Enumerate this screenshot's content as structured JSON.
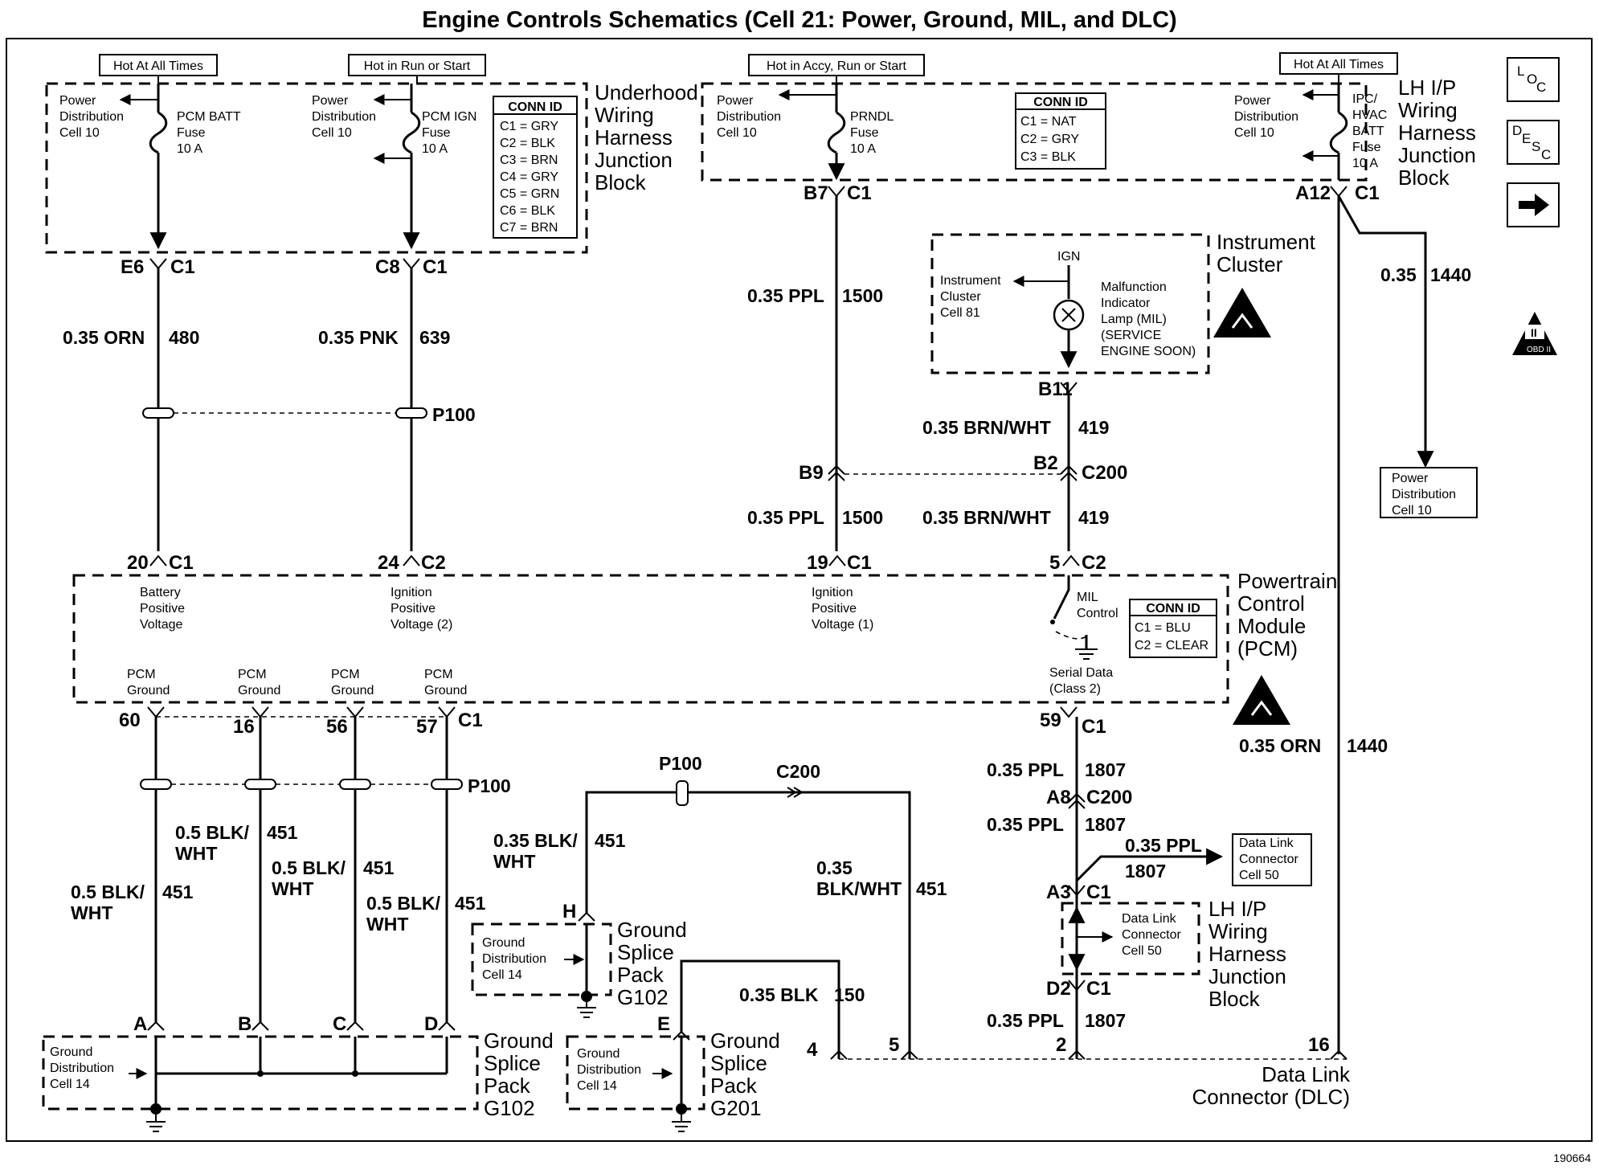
{
  "title": "Engine Controls Schematics (Cell 21: Power, Ground, MIL, and DLC)",
  "figure_id": "190664",
  "side_buttons": {
    "loc": "LOC",
    "desc": "DESC",
    "next_icon": "right-arrow-icon",
    "obd_badge": "OBD II"
  },
  "hot_labels": [
    "Hot At All Times",
    "Hot in Run or Start",
    "Hot in Accy, Run or Start",
    "Hot At All Times"
  ],
  "underhood_block": {
    "name": [
      "Underhood",
      "Wiring",
      "Harness",
      "Junction",
      "Block"
    ],
    "power_dist": [
      "Power",
      "Distribution",
      "Cell 10"
    ],
    "fuse1": [
      "PCM BATT",
      "Fuse",
      "10 A"
    ],
    "fuse2": [
      "PCM IGN",
      "Fuse",
      "10 A"
    ],
    "conn_id": {
      "title": "CONN ID",
      "rows": [
        "C1 = GRY",
        "C2 = BLK",
        "C3 = BRN",
        "C4 = GRY",
        "C5 = GRN",
        "C6 = BLK",
        "C7 = BRN"
      ]
    }
  },
  "lh_block": {
    "name": [
      "LH I/P",
      "Wiring",
      "Harness",
      "Junction",
      "Block"
    ],
    "fuse_prndl": [
      "PRNDL",
      "Fuse",
      "10 A"
    ],
    "fuse_ipc": [
      "IPC/",
      "HVAC",
      "BATT",
      "Fuse",
      "10 A"
    ],
    "conn_id": {
      "title": "CONN ID",
      "rows": [
        "C1 = NAT",
        "C2 = GRY",
        "C3 = BLK"
      ]
    }
  },
  "instrument_cluster": {
    "name": [
      "Instrument",
      "Cluster"
    ],
    "ign": "IGN",
    "ic_ref": [
      "Instrument",
      "Cluster",
      "Cell 81"
    ],
    "mil": [
      "Malfunction",
      "Indicator",
      "Lamp (MIL)",
      "(SERVICE",
      "ENGINE SOON)"
    ]
  },
  "pcm": {
    "name": [
      "Powertrain",
      "Control",
      "Module",
      "(PCM)"
    ],
    "batt": [
      "Battery",
      "Positive",
      "Voltage"
    ],
    "ign2": [
      "Ignition",
      "Positive",
      "Voltage (2)"
    ],
    "ign1": [
      "Ignition",
      "Positive",
      "Voltage (1)"
    ],
    "mil_control": [
      "MIL",
      "Control"
    ],
    "serial": [
      "Serial Data",
      "(Class 2)"
    ],
    "grounds": [
      "PCM",
      "Ground"
    ],
    "conn_id": {
      "title": "CONN ID",
      "rows": [
        "C1 = BLU",
        "C2 = CLEAR"
      ]
    }
  },
  "ground_splice": {
    "g102_name": [
      "Ground",
      "Splice",
      "Pack",
      "G102"
    ],
    "g201_name": [
      "Ground",
      "Splice",
      "Pack",
      "G201"
    ],
    "gd": [
      "Ground",
      "Distribution",
      "Cell 14"
    ]
  },
  "lh_dlc_block": {
    "name": [
      "LH I/P",
      "Wiring",
      "Harness",
      "Junction",
      "Block"
    ],
    "dlc_ref": [
      "Data Link",
      "Connector",
      "Cell 50"
    ]
  },
  "dlc_ref": [
    "Data Link",
    "Connector",
    "Cell 50"
  ],
  "dlc": [
    "Data Link",
    "Connector (DLC)"
  ],
  "power_dist_ref": [
    "Power",
    "Distribution",
    "Cell 10"
  ],
  "connectors": {
    "e6": "E6",
    "c8": "C8",
    "c1": "C1",
    "c2": "C2",
    "b7": "B7",
    "a12": "A12",
    "p100": "P100",
    "c200": "C200",
    "b11": "B11",
    "b9": "B9",
    "b2": "B2",
    "p20": "20",
    "p24": "24",
    "p19": "19",
    "p5": "5",
    "p60": "60",
    "p16": "16",
    "p56": "56",
    "p57": "57",
    "p59": "59",
    "a8": "A8",
    "a3": "A3",
    "d2": "D2",
    "ga": "A",
    "gb": "B",
    "gc": "C",
    "gd": "D",
    "ge": "E",
    "gh": "H",
    "dlc4": "4",
    "dlc5": "5",
    "dlc2": "2",
    "dlc16": "16"
  },
  "wires": {
    "orn480": {
      "gauge": "0.35 ORN",
      "circuit": "480"
    },
    "pnk639": {
      "gauge": "0.35 PNK",
      "circuit": "639"
    },
    "ppl1500": {
      "gauge": "0.35 PPL",
      "circuit": "1500"
    },
    "ppl1500b": {
      "gauge": "0.35 PPL",
      "circuit": "1500"
    },
    "bw419": {
      "gauge": "0.35 BRN/WHT",
      "circuit": "419"
    },
    "bw419b": {
      "gauge": "0.35 BRN/WHT",
      "circuit": "419"
    },
    "orn1440": {
      "gauge": "0.35",
      "circuit": "1440"
    },
    "orn1440b": {
      "gauge": "0.35 ORN",
      "circuit": "1440"
    },
    "bkw_a": {
      "gauge": [
        "0.5 BLK/",
        "WHT"
      ],
      "circuit": "451"
    },
    "bkw_b": {
      "gauge": [
        "0.5 BLK/",
        "WHT"
      ],
      "circuit": "451"
    },
    "bkw_c": {
      "gauge": [
        "0.5 BLK/",
        "WHT"
      ],
      "circuit": "451"
    },
    "bkw_d": {
      "gauge": [
        "0.5 BLK/",
        "WHT"
      ],
      "circuit": "451"
    },
    "bkw_h": {
      "gauge": [
        "0.35 BLK/",
        "WHT"
      ],
      "circuit": "451"
    },
    "bkw_dlc": {
      "gauge": [
        "0.35",
        "BLK/WHT"
      ],
      "circuit": "451"
    },
    "blk150": {
      "gauge": "0.35 BLK",
      "circuit": "150"
    },
    "ppl1807a": {
      "gauge": "0.35 PPL",
      "circuit": "1807"
    },
    "ppl1807b": {
      "gauge": "0.35 PPL",
      "circuit": "1807"
    },
    "ppl1807c": {
      "gauge": "0.35 PPL",
      "circuit": "1807"
    },
    "ppl1807d": {
      "gauge": "0.35 PPL",
      "circuit": "1807"
    }
  }
}
